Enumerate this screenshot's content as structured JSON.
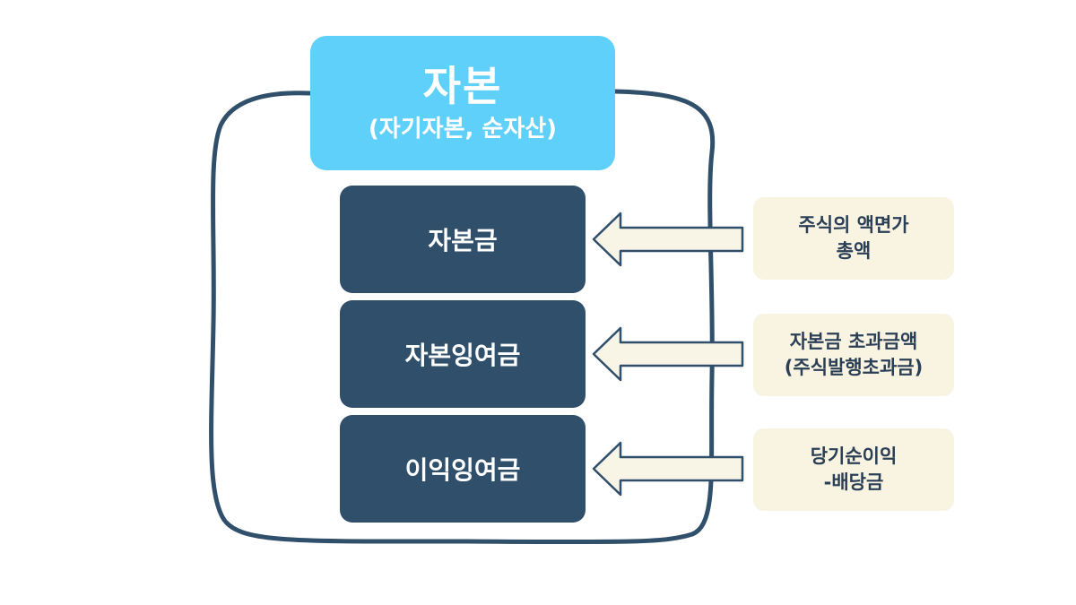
{
  "colors": {
    "frame_stroke": "#2f4f6a",
    "title_fill": "#5fd0fa",
    "item_fill": "#2f4f6a",
    "note_fill": "#f9f3e2",
    "arrow_fill": "#f8f5e6"
  },
  "title": {
    "main": "자본",
    "sub": "(자기자본, 순자산)"
  },
  "items": [
    {
      "label": "자본금"
    },
    {
      "label": "자본잉여금"
    },
    {
      "label": "이익잉여금"
    }
  ],
  "notes": [
    {
      "text": "주식의 액면가\n총액"
    },
    {
      "text": "자본금 초과금액\n(주식발행초과금)"
    },
    {
      "text": "당기순이익\n-배당금"
    }
  ]
}
